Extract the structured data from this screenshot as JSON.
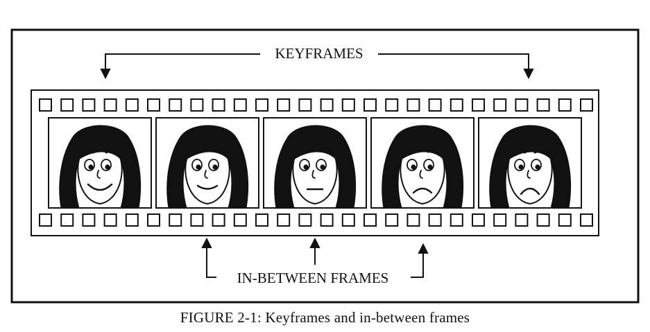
{
  "labels": {
    "keyframes": "KEYFRAMES",
    "in_between": "IN-BETWEEN FRAMES"
  },
  "caption": "FIGURE 2-1: Keyframes and in-between frames",
  "film": {
    "sprocket_count": 26,
    "frames": [
      {
        "role": "keyframe",
        "expression": "big-smile"
      },
      {
        "role": "in-between",
        "expression": "smile"
      },
      {
        "role": "in-between",
        "expression": "neutral"
      },
      {
        "role": "in-between",
        "expression": "frown"
      },
      {
        "role": "keyframe",
        "expression": "angry-frown"
      }
    ]
  },
  "colors": {
    "ink": "#111111",
    "paper": "#ffffff"
  }
}
